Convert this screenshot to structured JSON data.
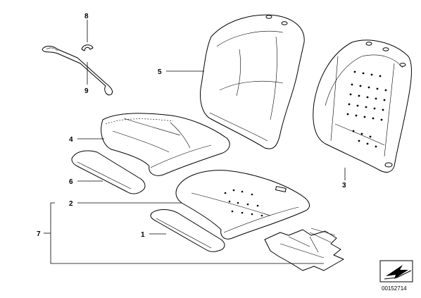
{
  "callouts": {
    "c1": "1",
    "c2": "2",
    "c3": "3",
    "c4": "4",
    "c5": "5",
    "c6": "6",
    "c7": "7",
    "c8": "8",
    "c9": "9"
  },
  "document_number": "00152714",
  "icons": {
    "arrow_badge": "arrow-badge-icon"
  }
}
